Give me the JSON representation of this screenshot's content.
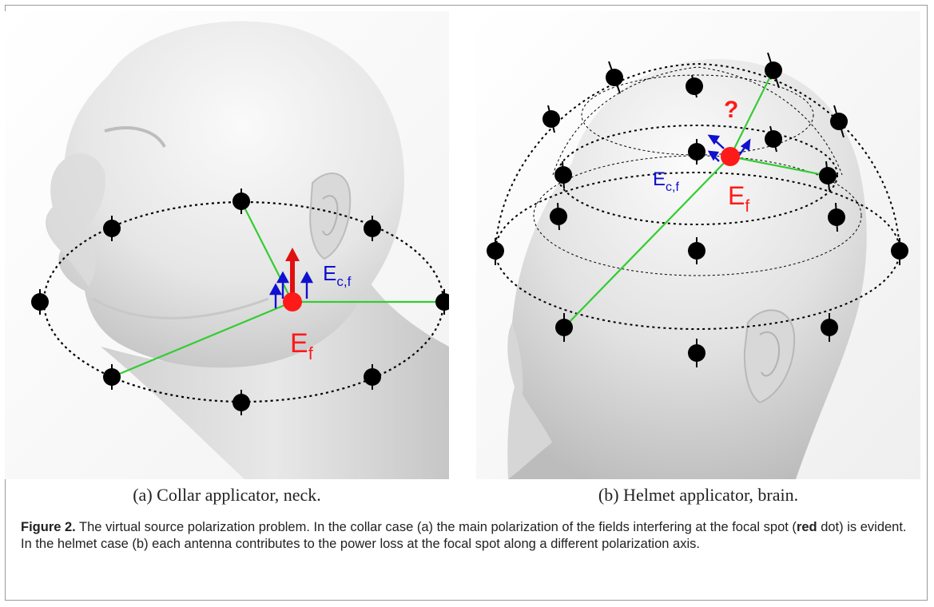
{
  "figure": {
    "panel_a": {
      "label_field": "E",
      "label_field_sub": "f",
      "label_combined": "E",
      "label_combined_sub": "c,f",
      "subcaption": "(a) Collar applicator, neck."
    },
    "panel_b": {
      "label_field": "E",
      "label_field_sub": "f",
      "label_combined": "E",
      "label_combined_sub": "c,f",
      "question_mark": "?",
      "subcaption": "(b) Helmet applicator, brain."
    },
    "caption": {
      "prefix": "Figure 2.",
      "part1": " The virtual source polarization problem. In the collar case (a) the main polarization of the fields interfering at the focal spot (",
      "bold_word": "red",
      "part2": " dot) is evident. In the helmet case (b) each antenna contributes to the power loss at the focal spot along a different polarization axis."
    }
  },
  "colors": {
    "focus": "#ff1a1a",
    "arrow_red": "#e01010",
    "arrow_blue": "#1010d0",
    "line_green": "#33cc33",
    "antenna": "#000000",
    "skin_light": "#f4f4f4",
    "skin_dark": "#b8b8b8"
  }
}
